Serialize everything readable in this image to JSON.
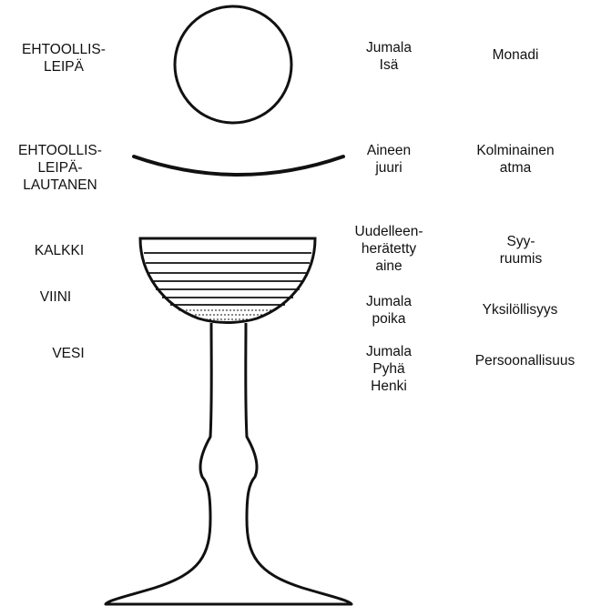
{
  "left_labels": {
    "leipa": "EHTOOLLIS-\nLEIPÄ",
    "lautanen": "EHTOOLLIS-\nLEIPÄ-\nLAUTANEN",
    "kalkki": "KALKKI",
    "viini": "VIINI",
    "vesi": "VESI"
  },
  "middle_labels": {
    "isa": "Jumala\nIsä",
    "juuri": "Aineen\njuuri",
    "aine": "Uudelleen-\nherätetty\naine",
    "poika": "Jumala\npoika",
    "henki": "Jumala\nPyhä\nHenki"
  },
  "right_labels": {
    "monadi": "Monadi",
    "atma": "Kolminainen\natma",
    "ruumis": "Syy-\nruumis",
    "yksilollisyys": "Yksilöllisyys",
    "persoonallisuus": "Persoonallisuus"
  },
  "colors": {
    "ink": "#111111",
    "background": "#ffffff"
  }
}
